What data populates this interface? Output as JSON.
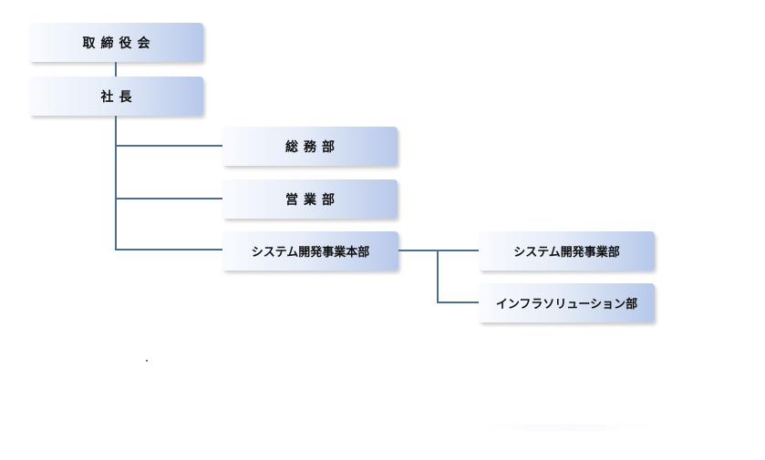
{
  "org_chart": {
    "board": "取締役会",
    "president": "社長",
    "general_affairs": "総務部",
    "sales": "営業部",
    "system_hq": "システム開発事業本部",
    "system_dev_dept": "システム開発事業部",
    "infra_dept": "インフラソリューション部"
  },
  "colors": {
    "line": "#4b6f90",
    "box_left": "#f9fbff",
    "box_right": "#b7c8ea"
  }
}
